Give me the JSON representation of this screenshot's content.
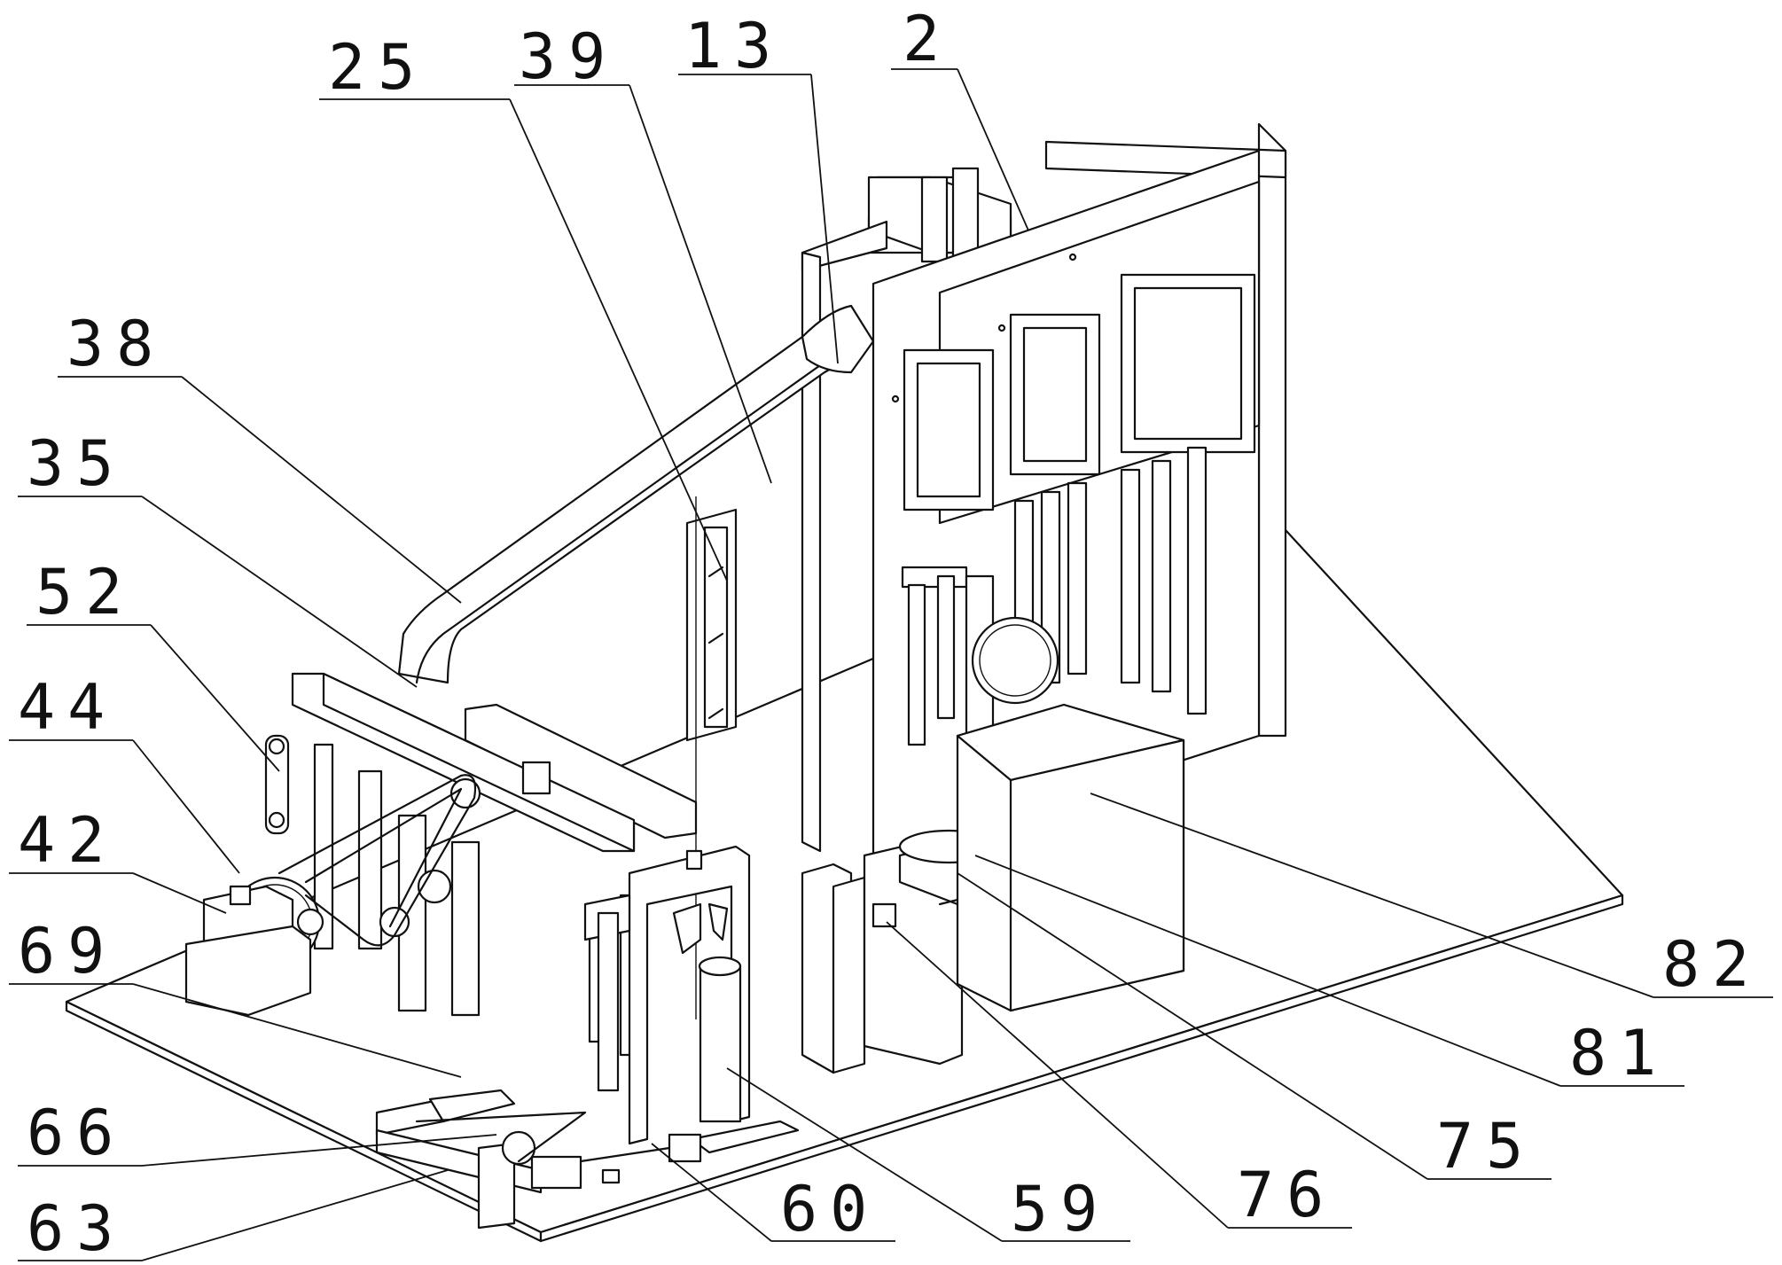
{
  "figure": {
    "labels": [
      {
        "id": "25",
        "text": "25"
      },
      {
        "id": "39",
        "text": "39"
      },
      {
        "id": "13",
        "text": "13"
      },
      {
        "id": "2",
        "text": "2"
      },
      {
        "id": "38",
        "text": "38"
      },
      {
        "id": "35",
        "text": "35"
      },
      {
        "id": "52",
        "text": "52"
      },
      {
        "id": "44",
        "text": "44"
      },
      {
        "id": "42",
        "text": "42"
      },
      {
        "id": "69",
        "text": "69"
      },
      {
        "id": "66",
        "text": "66"
      },
      {
        "id": "63",
        "text": "63"
      },
      {
        "id": "60",
        "text": "60"
      },
      {
        "id": "59",
        "text": "59"
      },
      {
        "id": "76",
        "text": "76"
      },
      {
        "id": "75",
        "text": "75"
      },
      {
        "id": "81",
        "text": "81"
      },
      {
        "id": "82",
        "text": "82"
      }
    ]
  }
}
